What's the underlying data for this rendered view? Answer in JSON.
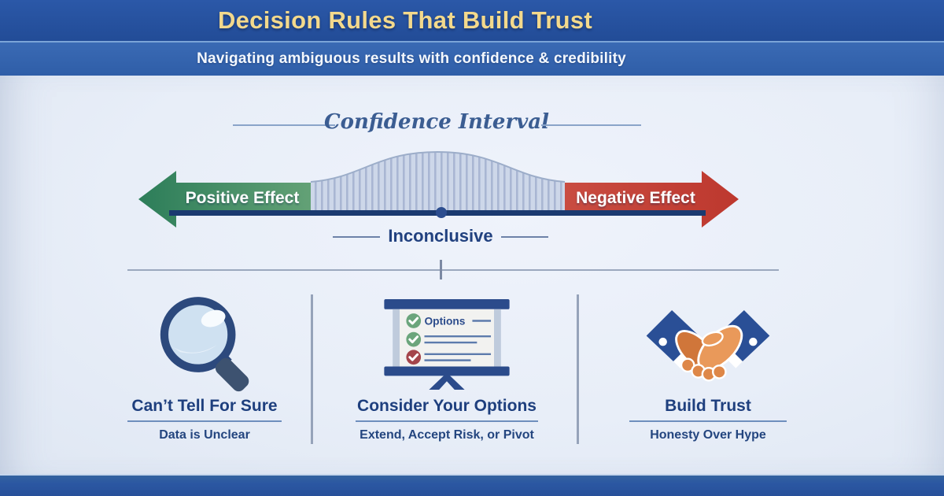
{
  "header": {
    "title": "Decision Rules That Build Trust",
    "subtitle": "Navigating ambiguous results with confidence & credibility"
  },
  "diagram": {
    "heading": "Confidence Interval",
    "positive_label": "Positive Effect",
    "negative_label": "Negative Effect",
    "inconclusive_label": "Inconclusive"
  },
  "cards": [
    {
      "icon": "magnifier-icon",
      "title": "Can’t Tell For Sure",
      "subtitle": "Data is Unclear"
    },
    {
      "icon": "options-board-icon",
      "board_label": "Options",
      "title": "Consider Your Options",
      "subtitle": "Extend, Accept Risk, or Pivot"
    },
    {
      "icon": "handshake-icon",
      "title": "Build Trust",
      "subtitle": "Honesty Over Hype"
    }
  ],
  "colors": {
    "header_bar": "#27539f",
    "subtitle_bar": "#3464ae",
    "title_text": "#f3d98c",
    "navy_text": "#1e3f7e",
    "positive_green": "#2f8160",
    "negative_red": "#c2443a",
    "interval_fill": "#cdd7e9",
    "interval_stripe": "#a9b6d3",
    "baseline_navy": "#1c3b72",
    "background": "#e8eef8"
  }
}
